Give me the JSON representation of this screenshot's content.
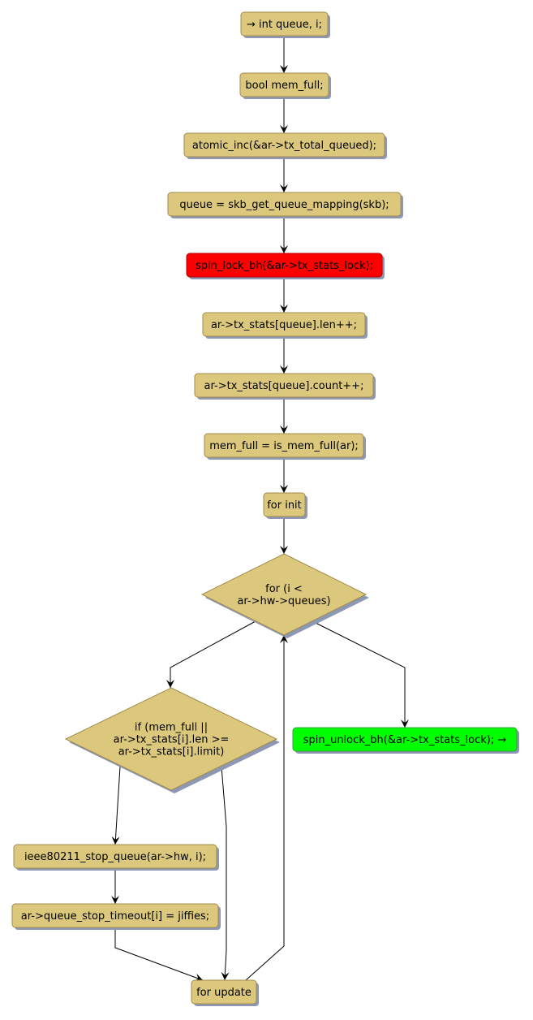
{
  "colors": {
    "node_fill": "#dcc87d",
    "node_stroke": "#a08c4c",
    "shadow": "#8e97b4",
    "start_fill": "#ff0000",
    "start_stroke": "#b00000",
    "end_fill": "#00ff00",
    "end_stroke": "#3c9c3c"
  },
  "nodes": [
    {
      "id": "n1",
      "kind": "box",
      "lines": [
        "→ int queue, i;"
      ]
    },
    {
      "id": "n2",
      "kind": "box",
      "lines": [
        "bool mem_full;"
      ]
    },
    {
      "id": "n3",
      "kind": "box",
      "lines": [
        "atomic_inc(&ar->tx_total_queued);"
      ]
    },
    {
      "id": "n4",
      "kind": "box",
      "lines": [
        "queue = skb_get_queue_mapping(skb);"
      ]
    },
    {
      "id": "n5",
      "kind": "box",
      "style": "red",
      "lines": [
        "spin_lock_bh(&ar->tx_stats_lock);"
      ]
    },
    {
      "id": "n6",
      "kind": "box",
      "lines": [
        "ar->tx_stats[queue].len++;"
      ]
    },
    {
      "id": "n7",
      "kind": "box",
      "lines": [
        "ar->tx_stats[queue].count++;"
      ]
    },
    {
      "id": "n8",
      "kind": "box",
      "lines": [
        "mem_full = is_mem_full(ar);"
      ]
    },
    {
      "id": "n9",
      "kind": "box",
      "lines": [
        "for init"
      ]
    },
    {
      "id": "n10",
      "kind": "diamond",
      "lines": [
        "for (i <",
        "ar->hw->queues)"
      ]
    },
    {
      "id": "n11",
      "kind": "diamond",
      "lines": [
        "if (mem_full ||",
        "ar->tx_stats[i].len >=",
        "ar->tx_stats[i].limit)"
      ]
    },
    {
      "id": "n12",
      "kind": "box",
      "style": "green",
      "lines": [
        "spin_unlock_bh(&ar->tx_stats_lock); →"
      ]
    },
    {
      "id": "n13",
      "kind": "box",
      "lines": [
        "ieee80211_stop_queue(ar->hw, i);"
      ]
    },
    {
      "id": "n14",
      "kind": "box",
      "lines": [
        "ar->queue_stop_timeout[i] = jiffies;"
      ]
    },
    {
      "id": "n15",
      "kind": "box",
      "lines": [
        "for update"
      ]
    }
  ],
  "edges": [
    {
      "from": "n1",
      "to": "n2"
    },
    {
      "from": "n2",
      "to": "n3"
    },
    {
      "from": "n3",
      "to": "n4"
    },
    {
      "from": "n4",
      "to": "n5"
    },
    {
      "from": "n5",
      "to": "n6"
    },
    {
      "from": "n6",
      "to": "n7"
    },
    {
      "from": "n7",
      "to": "n8"
    },
    {
      "from": "n8",
      "to": "n9"
    },
    {
      "from": "n9",
      "to": "n10"
    },
    {
      "from": "n10",
      "to": "n11"
    },
    {
      "from": "n10",
      "to": "n12"
    },
    {
      "from": "n11",
      "to": "n13"
    },
    {
      "from": "n11",
      "to": "n15"
    },
    {
      "from": "n13",
      "to": "n14"
    },
    {
      "from": "n14",
      "to": "n15"
    },
    {
      "from": "n15",
      "to": "n10"
    }
  ]
}
